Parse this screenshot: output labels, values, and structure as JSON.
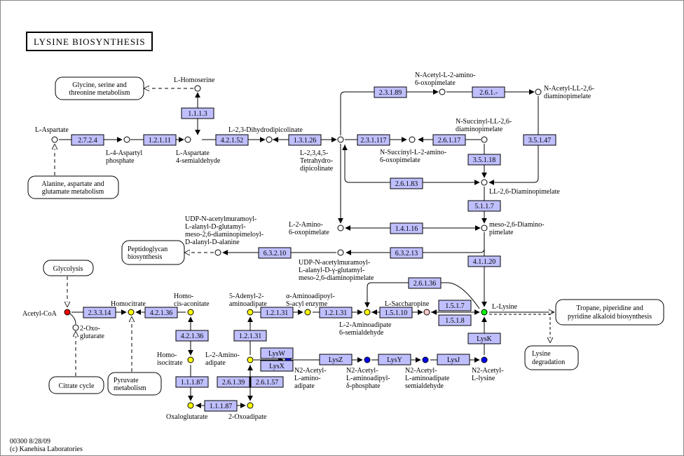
{
  "title": "LYSINE BIOSYNTHESIS",
  "footer": {
    "id_date": "00300 8/28/09",
    "copyright": "(c) Kanehisa Laboratories"
  },
  "colors": {
    "enzyme_fill": "#bfbfff",
    "red": "#ff0000",
    "yellow": "#ffff00",
    "blue": "#0000ff",
    "green": "#00ff00",
    "pink": "#ffcccc"
  },
  "enzymes": {
    "e2724": "2.7.2.4",
    "e12111": "1.2.1.11",
    "e1113": "1.1.1.3",
    "e42152": "4.2.1.52",
    "e13126": "1.3.1.26",
    "e23189": "2.3.1.89",
    "e261m": "2.6.1.-",
    "e231117": "2.3.1.117",
    "e26117": "2.6.1.17",
    "e35147": "3.5.1.47",
    "e35118": "3.5.1.18",
    "e26183": "2.6.1.83",
    "e5117": "5.1.1.7",
    "e14116": "1.4.1.16",
    "e63213": "6.3.2.13",
    "e63210": "6.3.2.10",
    "e41120": "4.1.1.20",
    "e26136a": "2.6.1.36",
    "e23314": "2.3.3.14",
    "e42136a": "4.2.1.36",
    "e42136b": "4.2.1.36",
    "e12131a": "1.2.1.31",
    "e12131b": "1.2.1.31",
    "e12131c": "1.2.1.31",
    "e15110": "1.5.1.10",
    "e1517": "1.5.1.7",
    "e1518": "1.5.1.8",
    "e11187a": "1.1.1.87",
    "e11187b": "1.1.1.87",
    "e26139": "2.6.1.39",
    "e26157": "2.6.1.57",
    "lysw": "LysW",
    "lysx": "LysX",
    "lysz": "LysZ",
    "lysy": "LysY",
    "lysj": "LysJ",
    "lysk": "LysK"
  },
  "maps": {
    "glycine": [
      "Glycine, serine and",
      "threonine metabolism"
    ],
    "alanine": [
      "Alanine, aspartate and",
      "glutamate metabolism"
    ],
    "peptidoglycan": [
      "Peptidoglycan",
      "biosynthesis"
    ],
    "glycolysis": [
      "Glycolysis"
    ],
    "citrate": [
      "Citrate cycle"
    ],
    "pyruvate": [
      "Pyruvate",
      "metabolism"
    ],
    "tropane": [
      "Tropane, piperidine and",
      "pyridine alkaloid biosynthesis"
    ],
    "lysdeg": [
      "Lysine",
      "degradation"
    ]
  },
  "compounds": {
    "homoserine": [
      "L-Homoserine"
    ],
    "aspartate": [
      "L-Aspartate"
    ],
    "aspphos": [
      "L-4-Aspartyl",
      "phosphate"
    ],
    "aspsemi": [
      "L-Aspartate",
      "4-semialdehyde"
    ],
    "dihydrodipic": [
      "L-2,3-Dihydrodipicolinate"
    ],
    "tetrahydro": [
      "L-2,3,4,5-",
      "Tetrahydro-",
      "dipicolinate"
    ],
    "nacetylamino": [
      "N-Acetyl-L-2-amino-",
      "6-oxopimelate"
    ],
    "nacetylll": [
      "N-Acetyl-LL-2,6-",
      "diaminopimelate"
    ],
    "nsuccll": [
      "N-Succinyl-LL-2,6-",
      "diaminopimelate"
    ],
    "nsuccamino": [
      "N-Succinyl-L-2-amino-",
      "6-oxopimelate"
    ],
    "lldiamino": [
      "LL-2,6-Diaminopimelate"
    ],
    "mesodiamino": [
      "meso-2,6-Diamino-",
      "pimelate"
    ],
    "l2amino6oxo": [
      "L-2-Amino-",
      "6-oxopimelate"
    ],
    "udpmeso": [
      "UDP-N-acetylmuramoyl-",
      "L-alanyl-D-glutamyl-",
      "meso-2,6-diaminopimeloyl-",
      "D-alanyl-D-alanine"
    ],
    "udpala": [
      "UDP-N-acetylmuramoyl-",
      "L-alanyl-D-γ-glutamyl-",
      "meso-2,6-diaminopimelate"
    ],
    "lysine": [
      "L-Lysine"
    ],
    "saccharopine": [
      "L-Saccharopine"
    ],
    "aminoadipsemi": [
      "L-2-Aminoadipate",
      "6-semialdehyde"
    ],
    "aminoadipoyl": [
      "α-Aminoadipoyl-",
      "S-acyl enzyme"
    ],
    "adenylyl": [
      "5-Adenyl-2-",
      "aminoadipate"
    ],
    "homoaconitate": [
      "Homo-",
      "cis-aconitate"
    ],
    "homocitrate": [
      "Homocitrate"
    ],
    "acetylcoa": [
      "Acetyl-CoA"
    ],
    "oxoglutarate": [
      "2-Oxo-",
      "glutarate"
    ],
    "homoisocitrate": [
      "Homo-",
      "isocitrate"
    ],
    "l2aminoadipate": [
      "L-2-Amino-",
      "adipate"
    ],
    "oxaloglutarate": [
      "Oxaloglutarate"
    ],
    "oxoadipate": [
      "2-Oxoadipate"
    ],
    "n2acetylaminoadipate": [
      "N2-Acetyl-",
      "L-amino-",
      "adipate"
    ],
    "n2acetylphosphate": [
      "N2-Acetyl-",
      "L-aminoadipyl-",
      "δ-phosphate"
    ],
    "n2acetylsemi": [
      "N2-Acetyl-",
      "L-aminoadipate",
      "semialdehyde"
    ],
    "n2acetyllysine": [
      "N2-Acetyl-",
      "L-lysine"
    ]
  }
}
